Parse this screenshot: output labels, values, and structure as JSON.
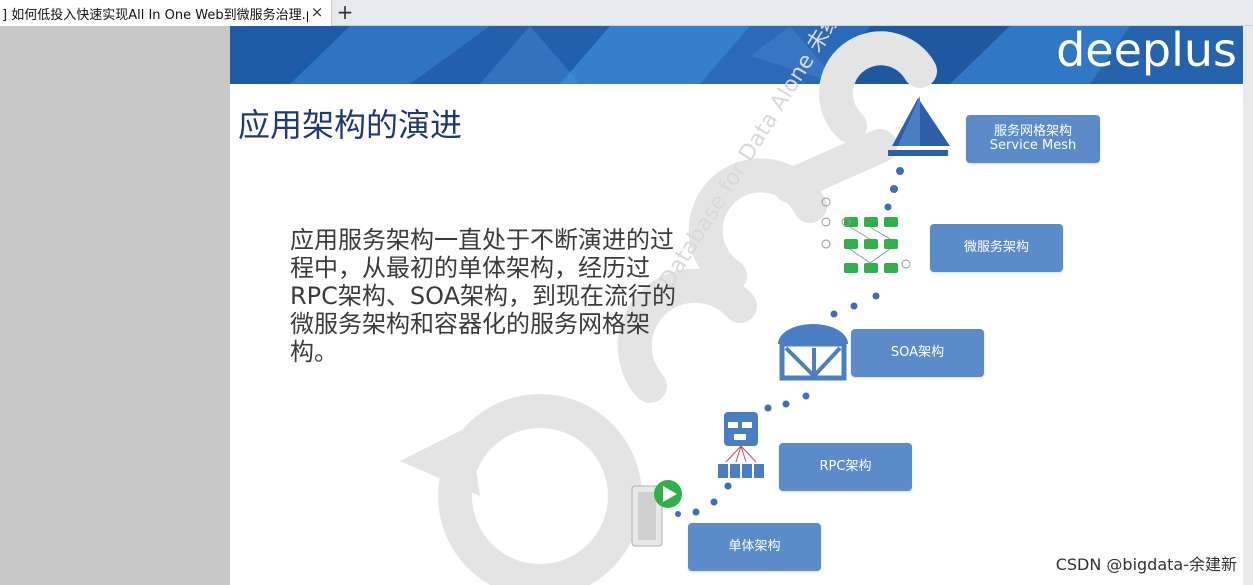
{
  "tab": {
    "title": "] 如何低投入快速实现All In One Web到微服务治理.pdf",
    "close_glyph": "×",
    "new_tab_glyph": "+"
  },
  "slide": {
    "brand": "deeplus",
    "title": "应用架构的演进",
    "body": "应用服务架构一直处于不断演进的过程中，从最初的单体架构，经历过RPC架构、SOA架构，到现在流行的微服务架构和容器化的服务网格架构。",
    "stages": [
      {
        "line1": "服务网格架构",
        "line2": "Service Mesh"
      },
      {
        "line1": "微服务架构",
        "line2": ""
      },
      {
        "line1": "SOA架构",
        "line2": ""
      },
      {
        "line1": "RPC架构",
        "line2": ""
      },
      {
        "line1": "单体架构",
        "line2": ""
      }
    ],
    "watermark_text": "Database for Data Alone 未经许可，严禁商业用途"
  },
  "footer": {
    "credit": "CSDN @bigdata-余建新"
  },
  "colors": {
    "stage_box": "#5b8bc9",
    "title": "#1f3a73",
    "header_blue": "#2a6ab8",
    "dots": "#3f6fb6"
  }
}
